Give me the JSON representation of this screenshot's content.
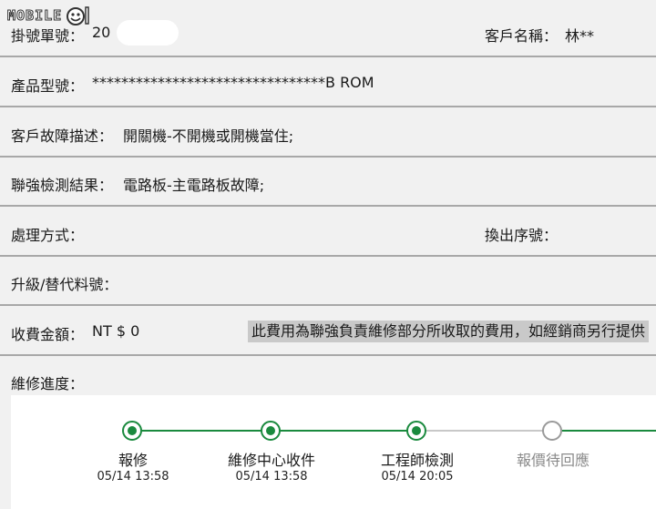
{
  "brand": {
    "logo_text": "MOBILE"
  },
  "order": {
    "label": "掛號單號：",
    "value": "20"
  },
  "customer": {
    "label": "客戶名稱：",
    "value": "林**"
  },
  "product": {
    "label": "產品型號：",
    "value": "********************************B ROM"
  },
  "fault": {
    "label": "客戶故障描述：",
    "value": "開關機-不開機或開機當住;"
  },
  "inspection": {
    "label": "聯強檢測結果：",
    "value": "電路板-主電路板故障;"
  },
  "handling": {
    "label": "處理方式：",
    "value": ""
  },
  "replaced_serial": {
    "label": "換出序號：",
    "value": ""
  },
  "upgrade": {
    "label": "升級/替代料號：",
    "value": ""
  },
  "fee": {
    "label": "收費金額：",
    "value": "NT $ 0",
    "note": "此費用為聯強負責維修部分所收取的費用，如經銷商另行提供"
  },
  "progress": {
    "label": "維修進度：",
    "steps": [
      {
        "label": "報修",
        "time": "05/14 13:58",
        "status": "done"
      },
      {
        "label": "維修中心收件",
        "time": "05/14 13:58",
        "status": "done"
      },
      {
        "label": "工程師檢測",
        "time": "05/14 20:05",
        "status": "done"
      },
      {
        "label": "報價待回應",
        "time": "",
        "status": "pending"
      }
    ],
    "colors": {
      "done": "#1a8a3e",
      "pending": "#9a9a9a"
    }
  }
}
